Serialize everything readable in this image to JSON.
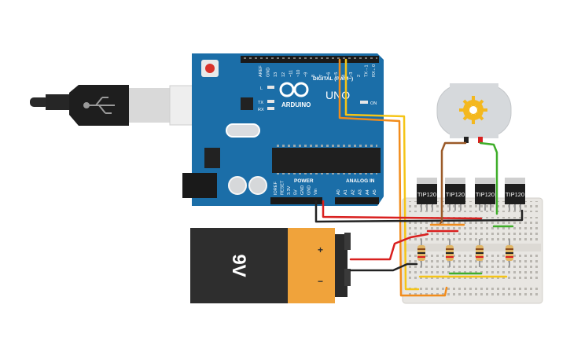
{
  "arduino": {
    "brand_text": "ARDUINO",
    "model_text": "UNO",
    "digital_label": "DIGITAL (PWM~)",
    "power_label": "POWER",
    "analog_label": "ANALOG IN",
    "on_label": "ON",
    "led_labels": {
      "l": "L",
      "tx": "TX",
      "rx": "RX"
    },
    "top_pins": [
      "AREF",
      "GND",
      "13",
      "12",
      "~11",
      "~10",
      "~9",
      "8",
      "7",
      "~6",
      "~5",
      "4",
      "~3",
      "2",
      "TX→1",
      "RX←0"
    ],
    "power_pins": [
      "IOREF",
      "RESET",
      "3.3V",
      "5V",
      "GND",
      "GND",
      "Vin"
    ],
    "analog_pins": [
      "A0",
      "A1",
      "A2",
      "A3",
      "A4",
      "A5"
    ]
  },
  "battery": {
    "voltage_label": "9V",
    "plus_symbol": "+",
    "minus_symbol": "−"
  },
  "transistors": {
    "labels": [
      "TIP120",
      "TIP120",
      "TIP120",
      "TIP120"
    ]
  },
  "colors": {
    "board_blue": "#1b6ea8",
    "wire_red": "#d9201f",
    "wire_black": "#222222",
    "wire_orange": "#f28c1b",
    "wire_yellow": "#f5c518",
    "wire_brown": "#9b5a28",
    "wire_green": "#3fae2a",
    "battery_orange": "#f0a33b",
    "battery_black": "#2e2e2e",
    "breadboard": "#e8e6e2"
  }
}
